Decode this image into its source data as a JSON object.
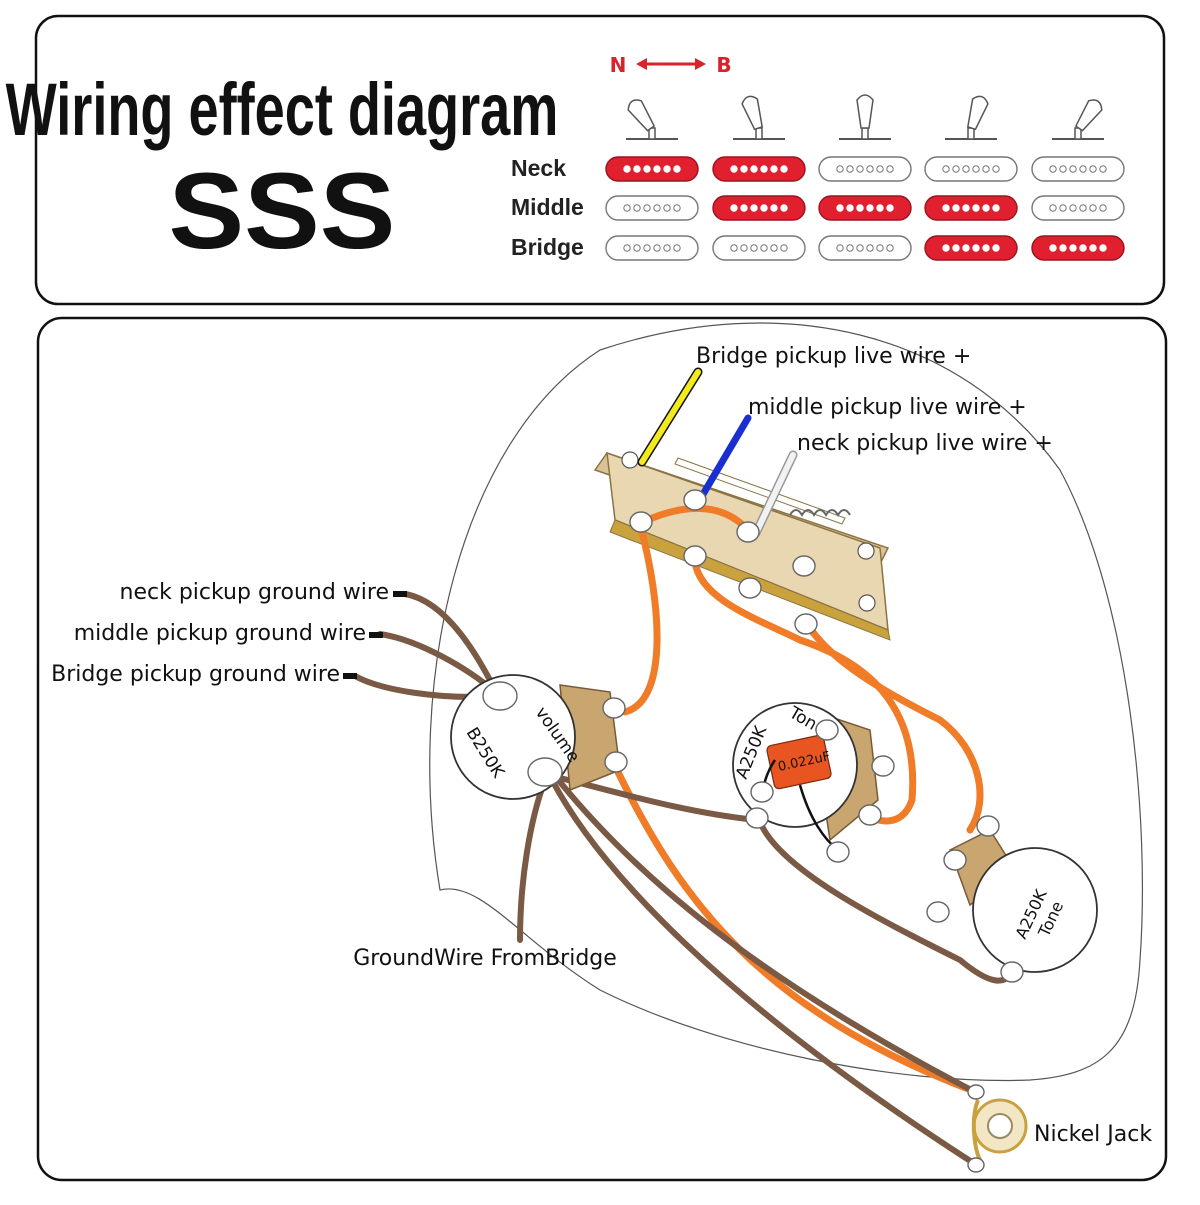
{
  "top_panel": {
    "title": "Wiring effect diagram",
    "subtitle": "SSS",
    "direction": {
      "left": "N",
      "right": "B"
    },
    "rows": [
      "Neck",
      "Middle",
      "Bridge"
    ],
    "positions": [
      {
        "neck": true,
        "middle": false,
        "bridge": false
      },
      {
        "neck": true,
        "middle": true,
        "bridge": false
      },
      {
        "neck": false,
        "middle": true,
        "bridge": false
      },
      {
        "neck": false,
        "middle": true,
        "bridge": true
      },
      {
        "neck": false,
        "middle": false,
        "bridge": true
      }
    ]
  },
  "wiring": {
    "labels": {
      "bridge_live": "Bridge pickup live wire +",
      "middle_live": "middle pickup live wire +",
      "neck_live": "neck pickup live wire +",
      "neck_ground": "neck pickup ground wire",
      "middle_ground": "middle pickup ground wire",
      "bridge_ground": "Bridge pickup ground wire",
      "ground_from_bridge": "GroundWire FromBridge",
      "jack": "Nickel Jack"
    },
    "volume_pot": {
      "value": "B250K",
      "name": "volume"
    },
    "tone_pot_1": {
      "value": "A250K",
      "name": "Tone",
      "capacitor": "0.022uF"
    },
    "tone_pot_2": {
      "value": "A250K",
      "name": "Tone"
    }
  },
  "colors": {
    "active_pickup": "#e0202e",
    "inactive_pickup": "#ffffff",
    "direction_arrow": "#d9222a",
    "orange_wire": "#f07c28",
    "brown_wire": "#7a5a45",
    "yellow_wire": "#f2ea1c",
    "blue_wire": "#1a2fd0",
    "white_wire": "#e8e8e8",
    "switch_body": "#e8d7b0",
    "capacitor": "#e85520"
  }
}
